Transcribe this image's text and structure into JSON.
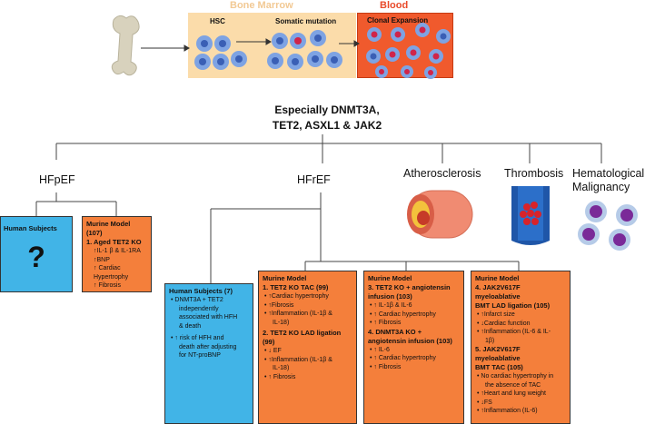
{
  "header": {
    "bone_marrow": "Bone Marrow",
    "blood": "Blood",
    "hsc": "HSC",
    "somatic_mutation": "Somatic mutation",
    "clonal_expansion": "Clonal Expansion"
  },
  "center_title": [
    "Especially DNMT3A,",
    "TET2, ASXL1 & JAK2"
  ],
  "categories": {
    "hfpef": "HFpEF",
    "hfref": "HFrEF",
    "atherosclerosis": "Atherosclerosis",
    "thrombosis": "Thrombosis",
    "heme_malignancy": [
      "Hematological",
      "Malignancy"
    ]
  },
  "hfpef_human": {
    "title": "Human Subjects",
    "symbol": "?"
  },
  "hfpef_murine": {
    "title": "Murine Model (107)",
    "subtitle": "1.   Aged TET2 KO",
    "items": [
      "↑IL-1 β & IL-1RA",
      "↑BNP",
      "↑ Cardiac",
      "Hypertrophy",
      "↑ Fibrosis"
    ]
  },
  "hfref_human": {
    "title": "Human Subjects (7)",
    "items": [
      "•  DNMT3A + TET2",
      "independently",
      "associated with HFH",
      "& death",
      "•  ↑ risk of HFH and",
      "death after adjusting",
      "for NT-proBNP"
    ]
  },
  "hfref_murine1": {
    "title": "Murine Model",
    "s1": "1. TET2 KO TAC (99)",
    "items1": [
      "•  ↑Cardiac hypertrophy",
      "•  ↑Fibrosis",
      "•  ↑Inflammation (IL-1β &",
      "IL-18)"
    ],
    "s2": "2. TET2 KO LAD ligation (99)",
    "items2": [
      "•  ↓ EF",
      "•  ↑Inflammation (IL-1β &",
      "IL-18)",
      "•  ↑ Fibrosis"
    ]
  },
  "hfref_murine2": {
    "title": "Murine Model",
    "s1": [
      "3. TET2 KO + angiotensin",
      "infusion (103)"
    ],
    "items1": [
      "•  ↑ IL-1β & IL-6",
      "•  ↑ Cardiac hypertrophy",
      "•  ↑ Fibrosis"
    ],
    "s2": [
      "4. DNMT3A KO +",
      "angiotensin infusion (103)"
    ],
    "items2": [
      "•  ↑ IL-6",
      "•  ↑ Cardiac hypertrophy",
      "•  ↑ Fibrosis"
    ]
  },
  "hfref_murine3": {
    "title": "Murine Model",
    "s1": [
      "4. JAK2V617F myeloablative",
      "BMT LAD ligation (105)"
    ],
    "items1": [
      "•  ↑Infarct size",
      "•  ↓Cardiac function",
      "•  ↑Inflammation (IL-6 & IL-",
      "1β)"
    ],
    "s2": [
      "5. JAK2V617F myeloablative",
      "BMT TAC (105)"
    ],
    "items2": [
      "•  No cardiac hypertrophy in",
      "the absence of TAC",
      "•  ↑Heart and lung weight",
      "•  ↓FS",
      "•  ↑Inflammation (IL-6)"
    ]
  },
  "colors": {
    "orange": "#f47f3b",
    "blue": "#41b4e7",
    "bone_marrow": "#fbdcaa",
    "blood": "#f05a2d"
  }
}
